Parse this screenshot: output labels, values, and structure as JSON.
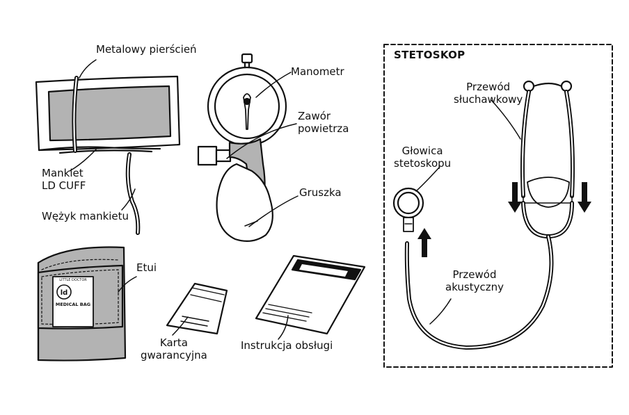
{
  "labels": {
    "metal_ring": "Metalowy pierścień",
    "cuff_line1": "Mankiet",
    "cuff_line2": "LD CUFF",
    "cuff_hose": "Wężyk mankietu",
    "manometer": "Manometr",
    "valve_line1": "Zawór",
    "valve_line2": "powietrza",
    "bulb": "Gruszka",
    "case": "Etui",
    "warranty_line1": "Karta",
    "warranty_line2": "gwarancyjna",
    "manual": "Instrukcja obsługi",
    "stethoscope_title": "STETOSKOP",
    "binaural_line1": "Przewód",
    "binaural_line2": "słuchawkowy",
    "chestpiece_line1": "Głowica",
    "chestpiece_line2": "stetoskopu",
    "acoustic_line1": "Przewód",
    "acoustic_line2": "akustyczny"
  },
  "case_badge": {
    "ring_text": "LITTLE DOCTOR",
    "text": "MEDICAL BAG"
  },
  "colors": {
    "fill_gray": "#b3b3b3",
    "stroke": "#111111",
    "paper": "#ffffff"
  }
}
